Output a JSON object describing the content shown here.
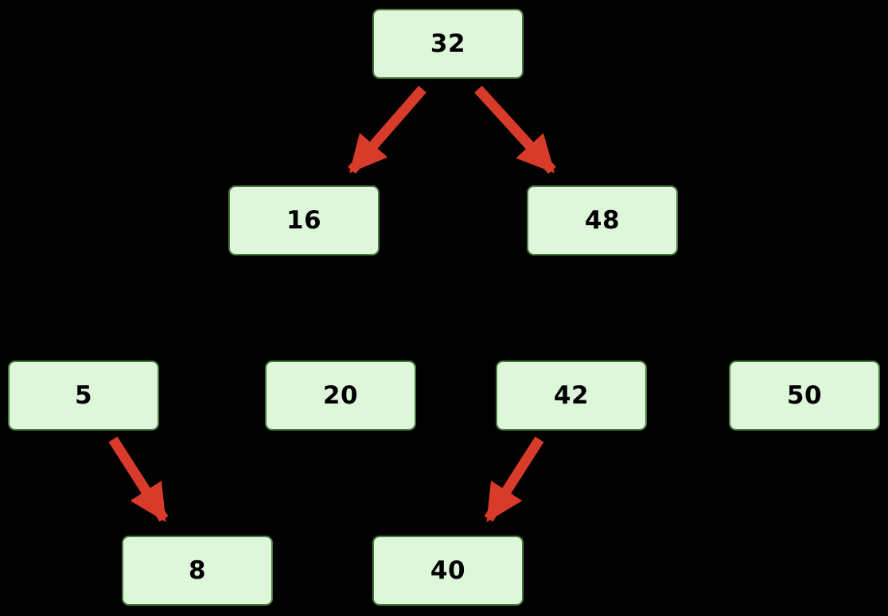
{
  "diagram": {
    "title": "binary-tree-diagram",
    "colors": {
      "background": "#000000",
      "node_fill": "#def6da",
      "node_border": "#477a3c",
      "node_text": "#000000",
      "arrow": "#d93b2a"
    },
    "nodes": {
      "root": "32",
      "level1_left": "16",
      "level1_right": "48",
      "level2_a": "5",
      "level2_b": "20",
      "level2_c": "42",
      "level2_d": "50",
      "level3_a": "8",
      "level3_b": "40"
    },
    "edges": [
      {
        "from": "32",
        "to": "16",
        "style": "red-arrow"
      },
      {
        "from": "32",
        "to": "48",
        "style": "red-arrow"
      },
      {
        "from": "5",
        "to": "8",
        "style": "red-arrow"
      },
      {
        "from": "42",
        "to": "40",
        "style": "red-arrow"
      }
    ]
  }
}
